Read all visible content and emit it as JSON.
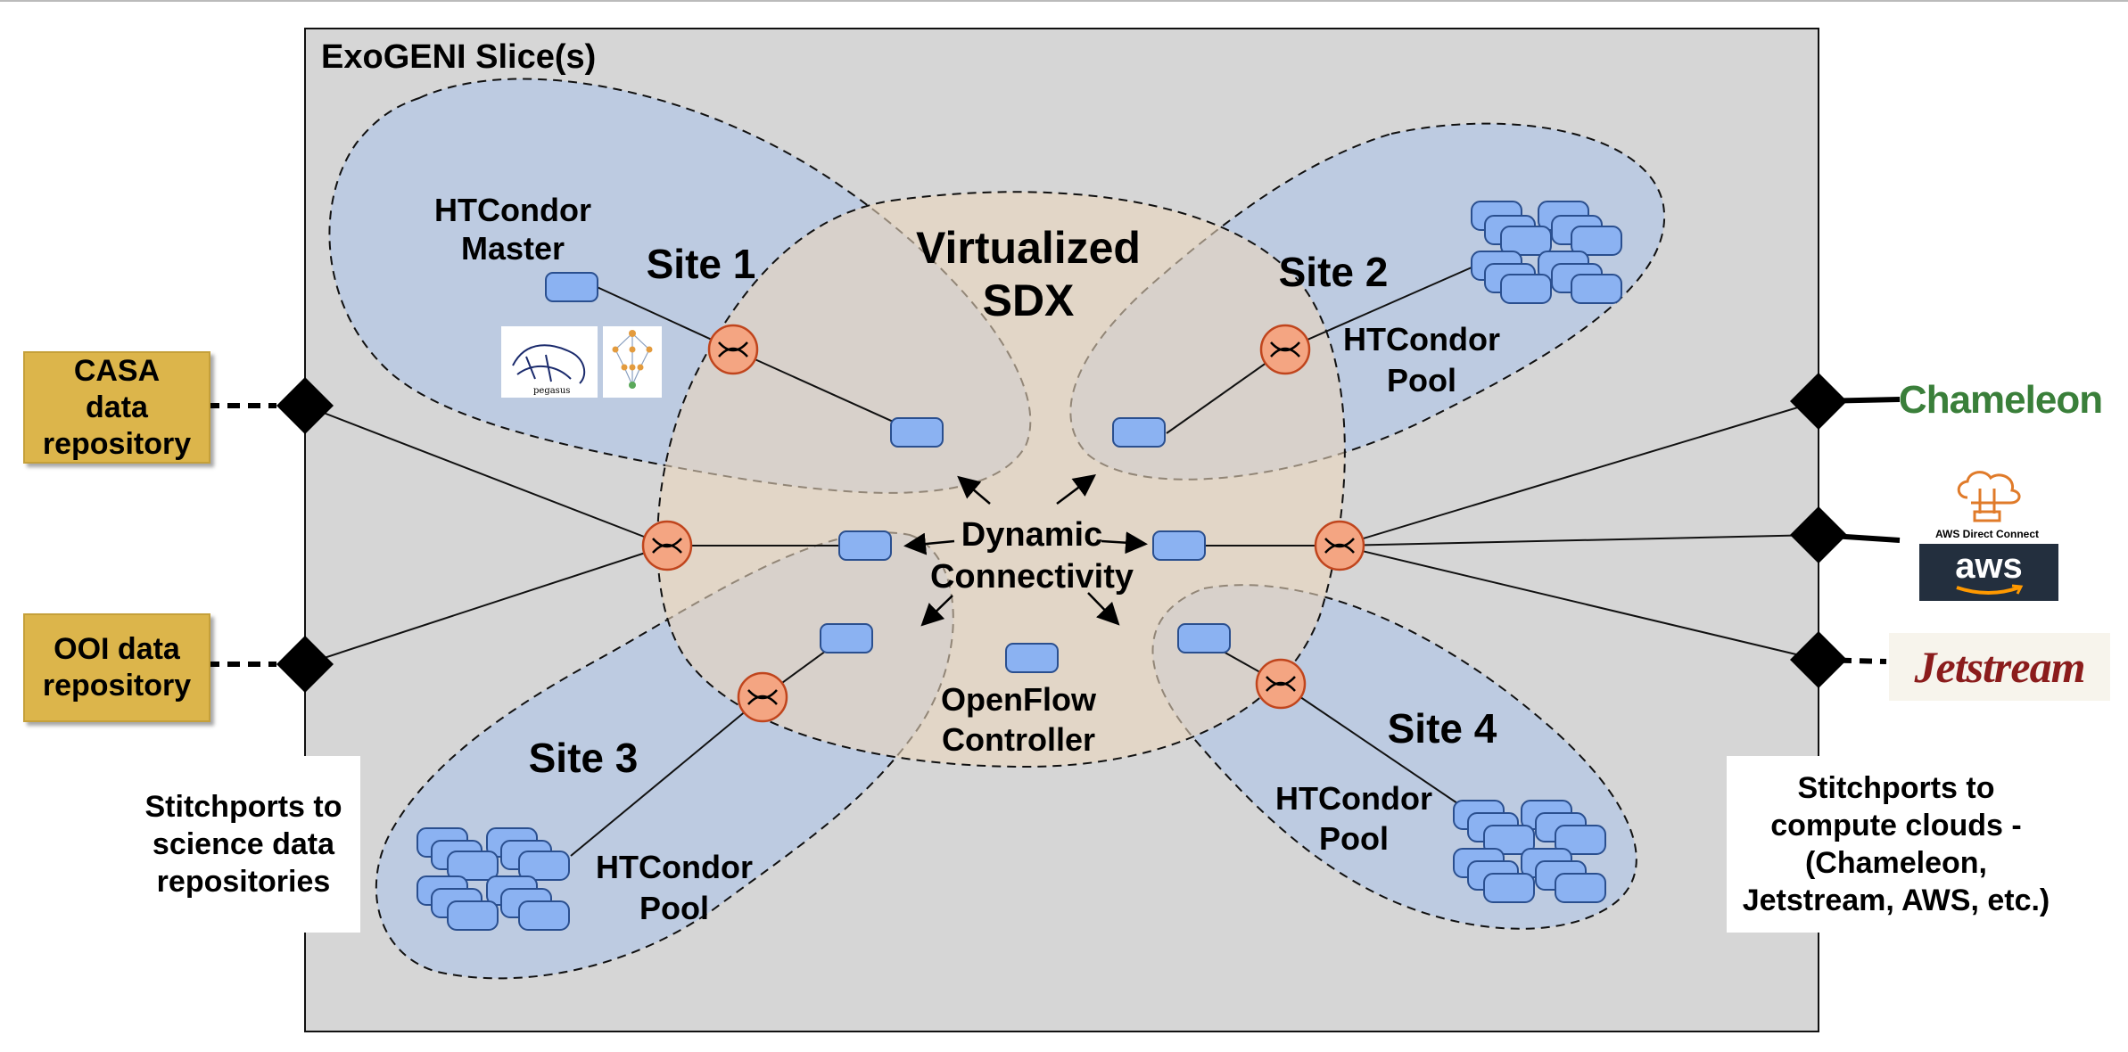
{
  "slice_title": "ExoGENI Slice(s)",
  "sdx": {
    "title_line1": "Virtualized",
    "title_line2": "SDX",
    "dynamic_line1": "Dynamic",
    "dynamic_line2": "Connectivity",
    "controller_line1": "OpenFlow",
    "controller_line2": "Controller"
  },
  "sites": {
    "site1": {
      "label": "Site 1",
      "master_line1": "HTCondor",
      "master_line2": "Master",
      "pegasus_text": "pegasus"
    },
    "site2": {
      "label": "Site 2",
      "pool_line1": "HTCondor",
      "pool_line2": "Pool"
    },
    "site3": {
      "label": "Site 3",
      "pool_line1": "HTCondor",
      "pool_line2": "Pool"
    },
    "site4": {
      "label": "Site 4",
      "pool_line1": "HTCondor",
      "pool_line2": "Pool"
    }
  },
  "repositories": {
    "casa": "CASA\ndata\nrepository",
    "ooi": "OOI data\nrepository"
  },
  "notes": {
    "left": "Stitchports to\nscience data\nrepositories",
    "right": "Stitchports to\ncompute clouds -\n(Chameleon,\nJetstream, AWS, etc.)"
  },
  "clouds": {
    "chameleon": "Chameleon",
    "aws_direct_connect": "AWS Direct Connect",
    "aws": "aws",
    "jetstream": "Jetstream"
  },
  "colors": {
    "slice_bg": "#d6d6d6",
    "site_fill": "#b9c9e3",
    "sdx_fill": "#e9d6bd",
    "node_fill": "#8bb2f2",
    "switch_fill": "#f4a582",
    "repo_fill": "#dcb54b"
  }
}
